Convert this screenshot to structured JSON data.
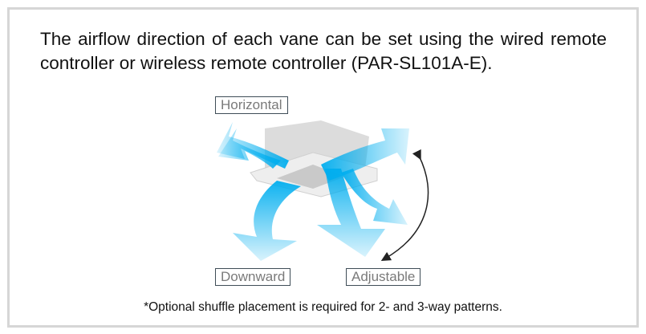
{
  "intro_text": "The airflow direction of each vane can be set using the wired remote controller or wireless remote controller (PAR-SL101A-E).",
  "labels": {
    "horizontal": "Horizontal",
    "downward": "Downward",
    "adjustable": "Adjustable"
  },
  "footnote": "*Optional shuffle placement is required for 2- and 3-way patterns.",
  "colors": {
    "airflow": "#00aeef",
    "frame": "#d6d6d6",
    "label_border": "#3f4d57"
  }
}
